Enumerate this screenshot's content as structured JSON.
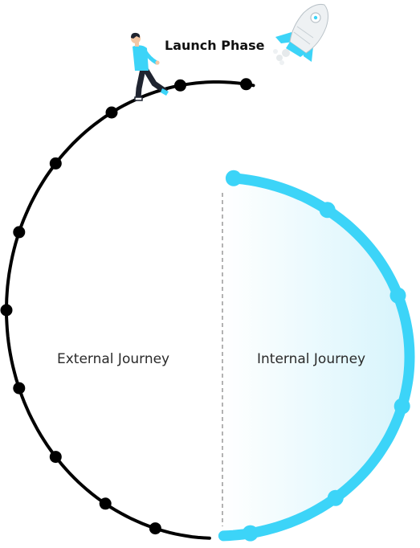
{
  "diagram": {
    "launch_label": "Launch Phase",
    "external_label": "External Journey",
    "internal_label": "Internal Journey",
    "external_milestones": 10,
    "internal_milestones": 6
  },
  "colors": {
    "external_path": "#000000",
    "internal_path": "#3cd4f8",
    "internal_fill": "#d6f4fc",
    "divider": "#9a9a9a",
    "person_shirt": "#3cd4f8",
    "person_pants": "#1f2430",
    "rocket_body": "#eef1f3",
    "rocket_accent": "#3cd4f8"
  },
  "icons": {
    "person": "walking-person-icon",
    "rocket": "rocket-icon"
  }
}
